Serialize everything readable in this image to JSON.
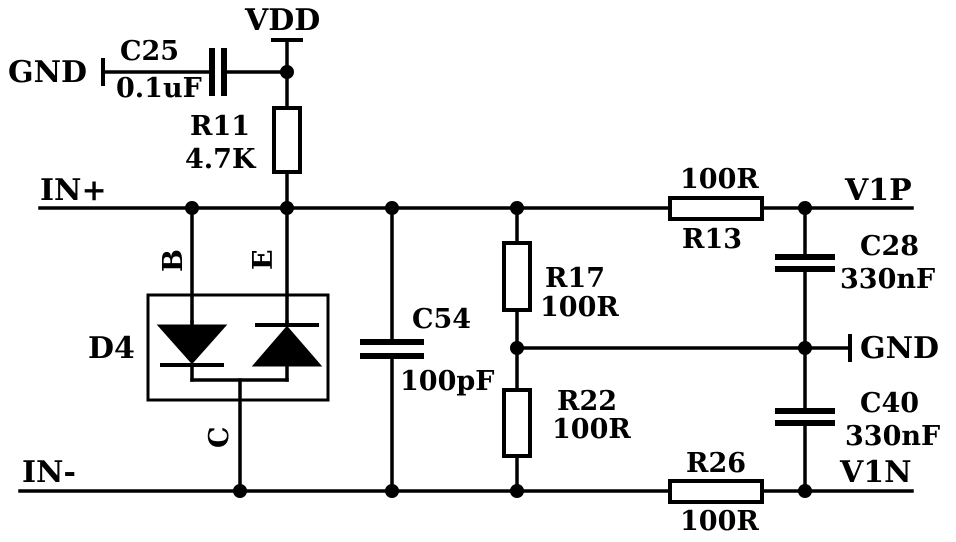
{
  "nets": {
    "vdd": "VDD",
    "gnd_left": "GND",
    "gnd_right": "GND",
    "in_plus": "IN+",
    "in_minus": "IN-",
    "v1p": "V1P",
    "v1n": "V1N"
  },
  "components": {
    "c25": {
      "ref": "C25",
      "value": "0.1uF"
    },
    "r11": {
      "ref": "R11",
      "value": "4.7K"
    },
    "d4": {
      "ref": "D4",
      "pin_b": "B",
      "pin_e": "E",
      "pin_c": "C"
    },
    "c54": {
      "ref": "C54",
      "value": "100pF"
    },
    "r17": {
      "ref": "R17",
      "value": "100R"
    },
    "r22": {
      "ref": "R22",
      "value": "100R"
    },
    "r13": {
      "ref": "R13",
      "value": "100R"
    },
    "r26": {
      "ref": "R26",
      "value": "100R"
    },
    "c28": {
      "ref": "C28",
      "value": "330nF"
    },
    "c40": {
      "ref": "C40",
      "value": "330nF"
    }
  }
}
